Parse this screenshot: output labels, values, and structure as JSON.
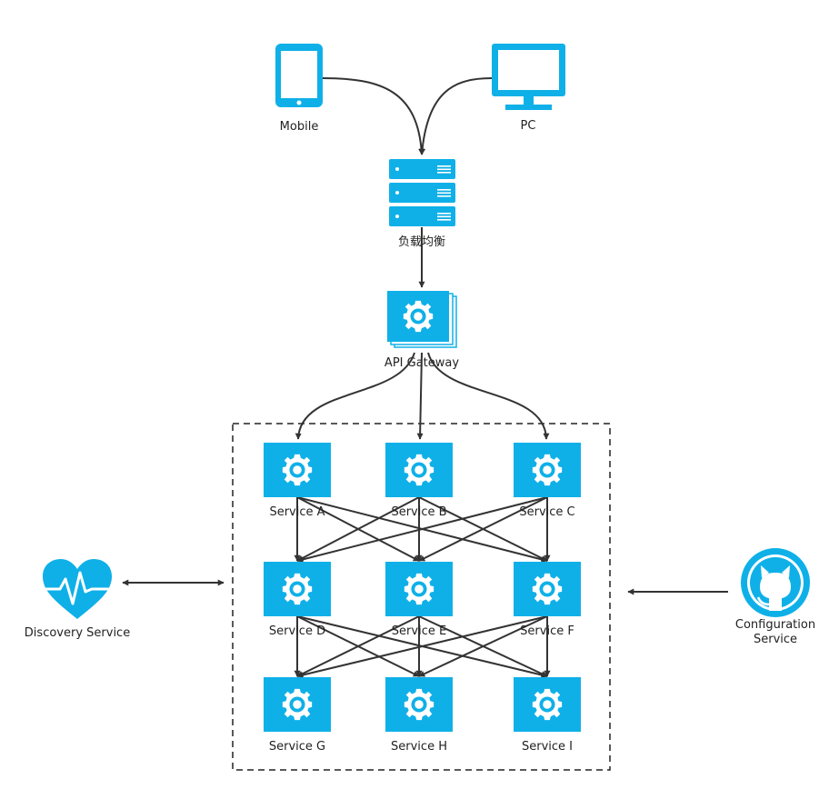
{
  "colors": {
    "accent": "#0fb0e8",
    "line": "#333333",
    "text": "#222222",
    "border": "#222222"
  },
  "clients": {
    "mobile_label": "Mobile",
    "pc_label": "PC"
  },
  "load_balancer": {
    "label": "负载均衡"
  },
  "gateway": {
    "label": "API Gateway"
  },
  "services": [
    {
      "label": "Service A"
    },
    {
      "label": "Service B"
    },
    {
      "label": "Service C"
    },
    {
      "label": "Service D"
    },
    {
      "label": "Service E"
    },
    {
      "label": "Service F"
    },
    {
      "label": "Service G"
    },
    {
      "label": "Service H"
    },
    {
      "label": "Service I"
    }
  ],
  "discovery": {
    "label": "Discovery Service",
    "icon": "heartbeat-icon"
  },
  "configuration": {
    "label_line1": "Configuration",
    "label_line2": "Service",
    "icon": "github-icon"
  }
}
